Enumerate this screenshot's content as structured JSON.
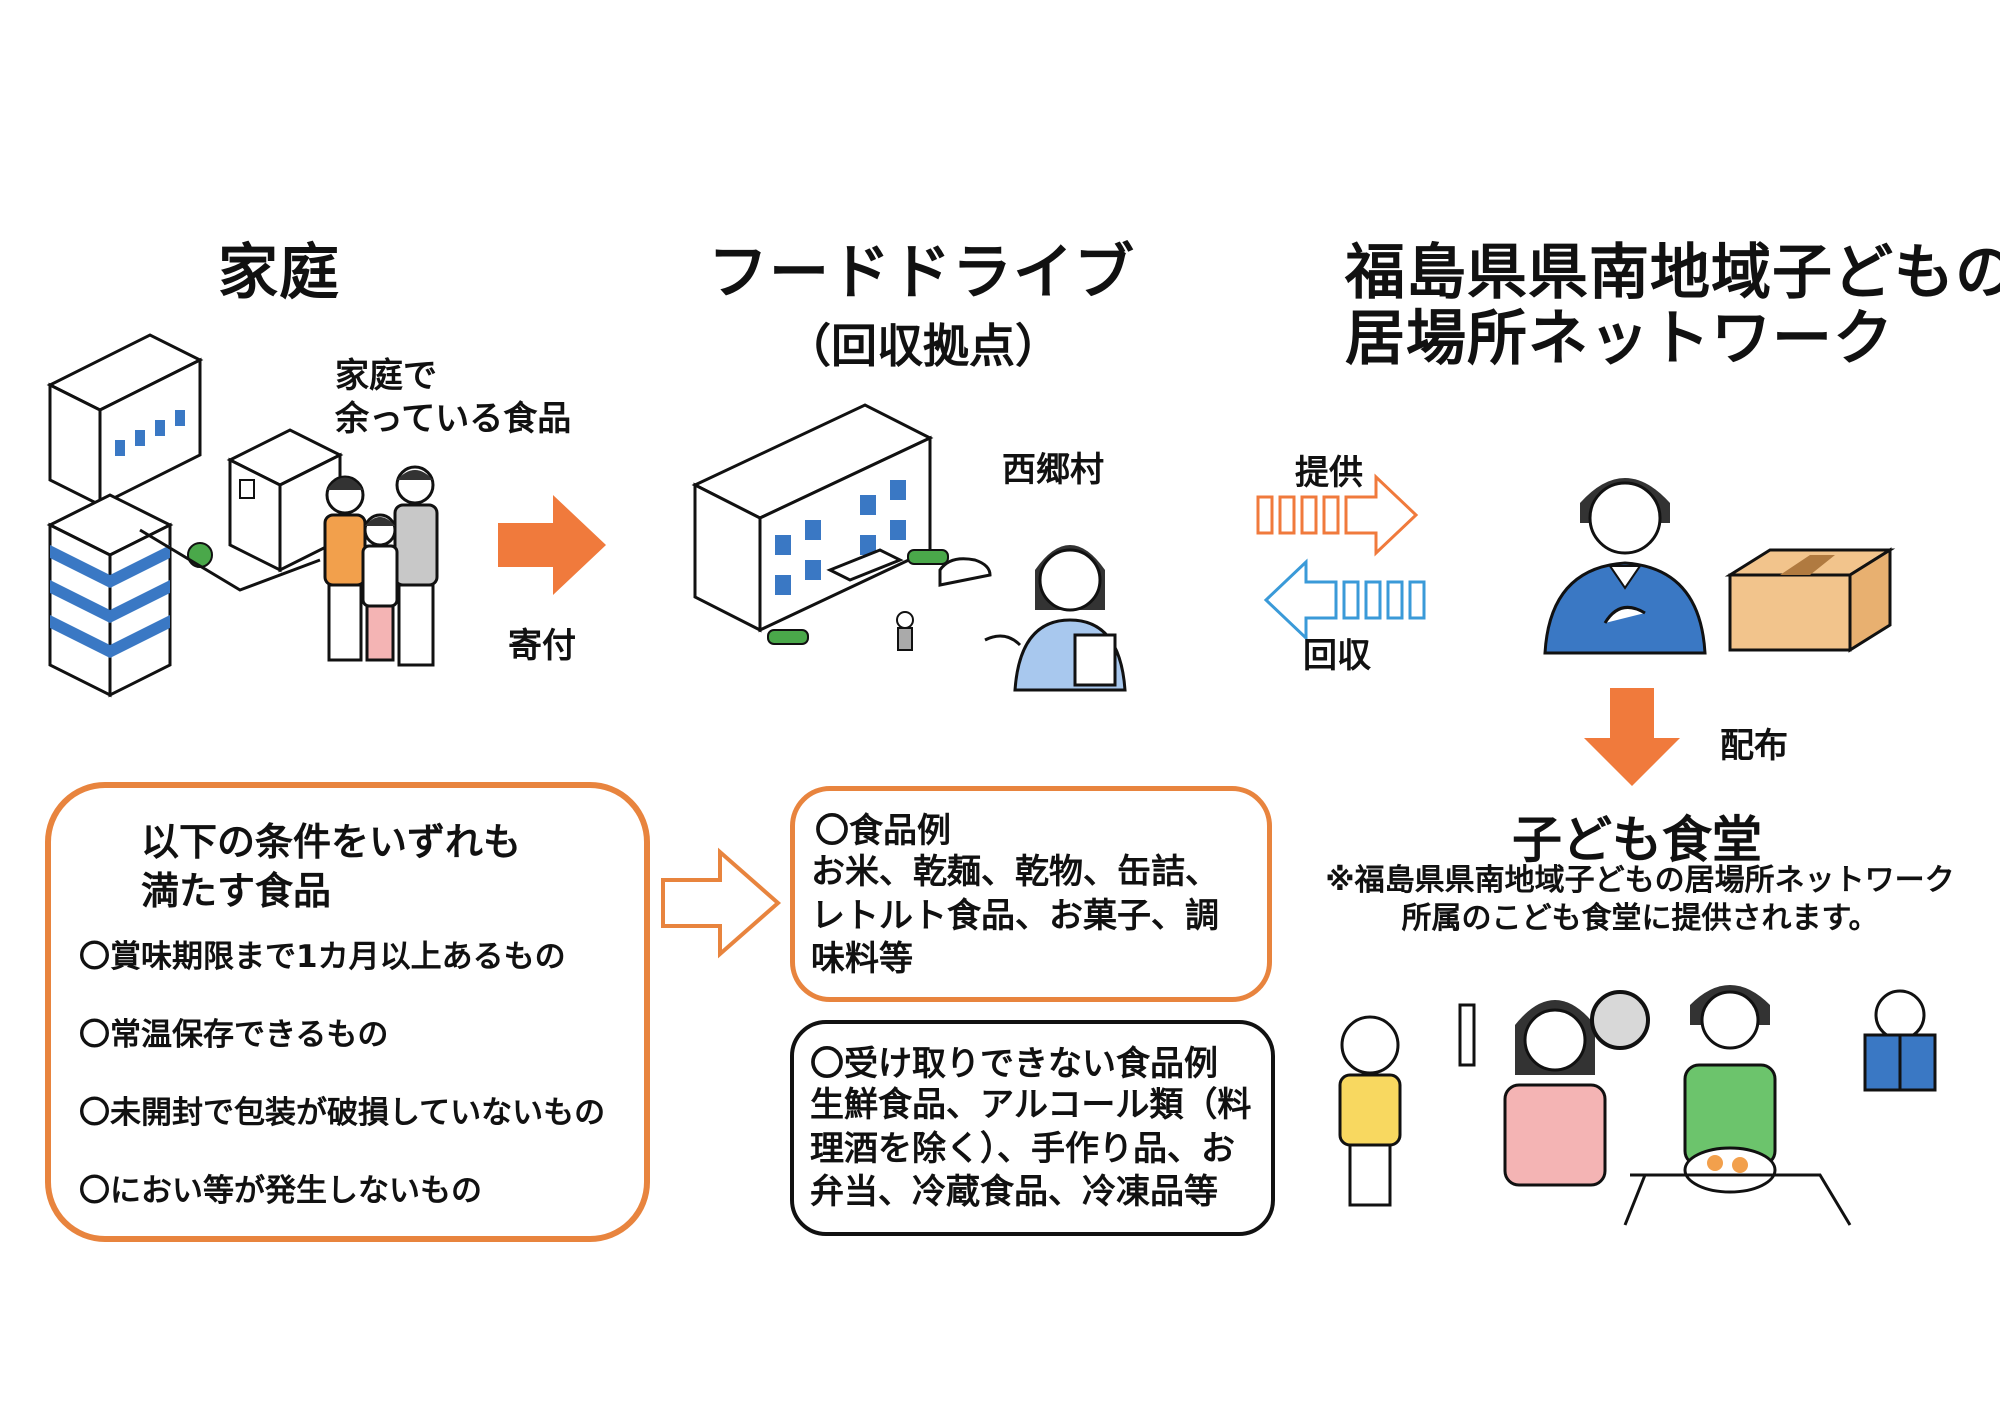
{
  "columns": {
    "home": "家庭",
    "fooddrive_title": "フードドライブ",
    "fooddrive_sub": "（回収拠点）",
    "network_line1": "福島県県南地域子どもの",
    "network_line2": "居場所ネットワーク"
  },
  "labels": {
    "home_food_line1": "家庭で",
    "home_food_line2": "余っている食品",
    "donate": "寄付",
    "village": "西郷村",
    "provide": "提供",
    "collect": "回収",
    "distribute": "配布",
    "kids_cafeteria": "子ども食堂",
    "note_line1": "※福島県県南地域子どもの居場所ネットワーク",
    "note_line2": "所属のこども食堂に提供されます。"
  },
  "conditions": {
    "heading_line1": "以下の条件をいずれも",
    "heading_line2": "満たす食品",
    "items": [
      "〇賞味期限まで1カ月以上あるもの",
      "〇常温保存できるもの",
      "〇未開封で包装が破損していないもの",
      "〇におい等が発生しないもの"
    ]
  },
  "food_examples": {
    "heading": "〇食品例",
    "lines": [
      "お米、乾麺、乾物、缶詰、",
      "レトルト食品、お菓子、調",
      "味料等"
    ]
  },
  "not_accepted": {
    "heading": "〇受け取りできない食品例",
    "lines": [
      "生鮮食品、アルコール類（料",
      "理酒を除く）、手作り品、お",
      "弁当、冷蔵食品、冷凍品等"
    ]
  },
  "colors": {
    "orange": "#e8843e",
    "arrow_orange": "#f07a3c",
    "blue": "#3a78c4",
    "cardboard": "#f2c48c"
  }
}
